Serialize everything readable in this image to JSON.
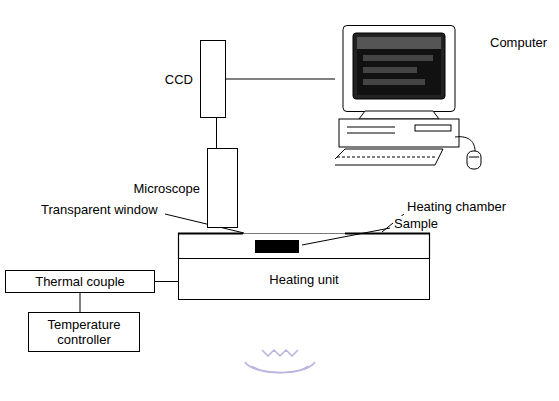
{
  "diagram": {
    "nodes": [
      {
        "text": [
          "CCD"
        ]
      },
      {
        "text": [
          "Microscope"
        ]
      },
      {
        "text": [
          "Computer"
        ]
      },
      {
        "text": [
          "Heating unit"
        ]
      },
      {
        "text": [
          "Thermal couple"
        ]
      },
      {
        "text": [
          "Temperature controller"
        ]
      }
    ],
    "edges": [
      {
        "from": 0,
        "to": 2,
        "arrow": "none"
      },
      {
        "from": 0,
        "to": 1,
        "arrow": "none"
      },
      {
        "from": 4,
        "to": 3,
        "arrow": "none"
      },
      {
        "from": 4,
        "to": 5,
        "arrow": "none"
      }
    ],
    "labels": [
      "Transparent window",
      "Heating chamber",
      "Sample"
    ]
  }
}
